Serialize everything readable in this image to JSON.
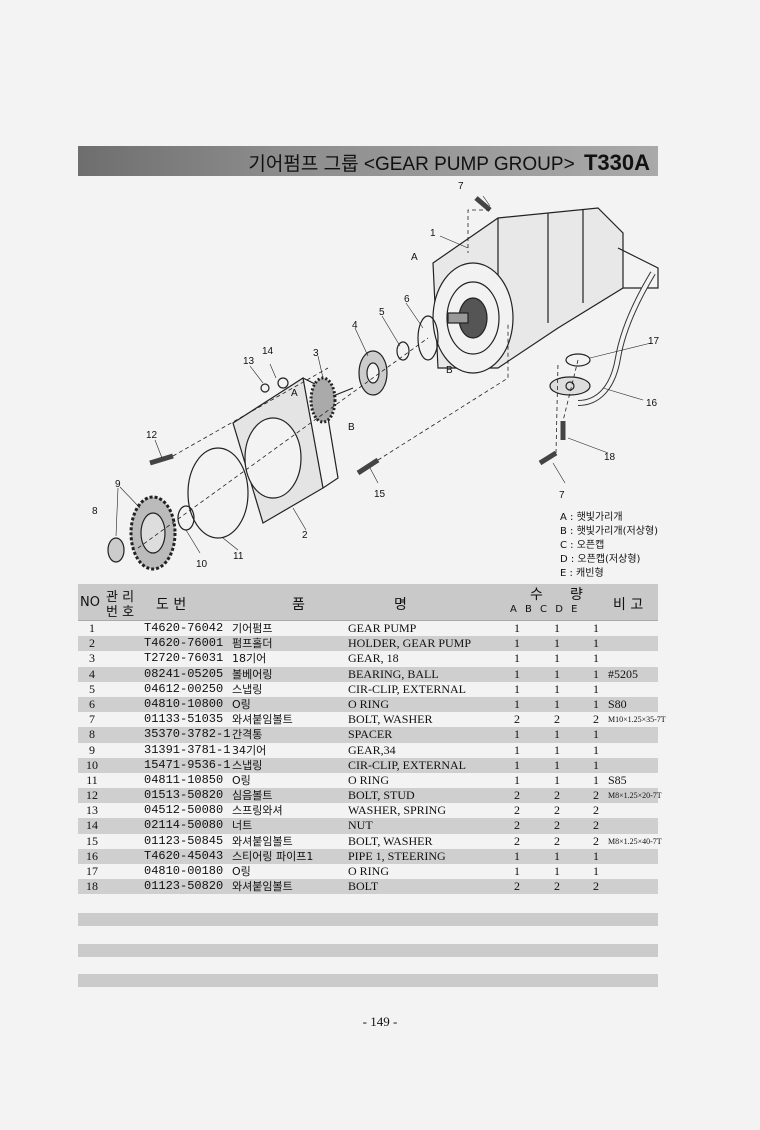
{
  "title": {
    "korean": "기어펌프 그룹",
    "english": "<GEAR PUMP GROUP>",
    "model": "T330A"
  },
  "diagram": {
    "callouts": [
      "1",
      "2",
      "3",
      "4",
      "5",
      "6",
      "7",
      "7",
      "8",
      "9",
      "10",
      "11",
      "12",
      "13",
      "14",
      "15",
      "16",
      "17",
      "18"
    ],
    "arrow_labels": [
      "A",
      "A",
      "B",
      "B"
    ]
  },
  "legend": [
    "A : 햇빛가리개",
    "B : 햇빛가리개(저상형)",
    "C : 오픈캡",
    "D : 오픈캡(저상형)",
    "E : 캐빈형"
  ],
  "table": {
    "headers": {
      "no": "NO",
      "mgmt_top": "관 리",
      "mgmt_bottom": "번 호",
      "drawing": "도  번",
      "item": "품",
      "name": "명",
      "qty_top": "수",
      "qty_top2": "량",
      "qty_cols": "A B C D E",
      "remarks": "비  고"
    },
    "rows": [
      {
        "no": "1",
        "code": "T4620-76042",
        "kname": "기어펌프",
        "name": "GEAR PUMP",
        "a": "1",
        "c": "1",
        "e": "1",
        "note": ""
      },
      {
        "no": "2",
        "code": "T4620-76001",
        "kname": "펌프홀더",
        "name": "HOLDER, GEAR PUMP",
        "a": "1",
        "c": "1",
        "e": "1",
        "note": ""
      },
      {
        "no": "3",
        "code": "T2720-76031",
        "kname": "18기어",
        "name": "GEAR, 18",
        "a": "1",
        "c": "1",
        "e": "1",
        "note": ""
      },
      {
        "no": "4",
        "code": "08241-05205",
        "kname": "볼베어링",
        "name": "BEARING, BALL",
        "a": "1",
        "c": "1",
        "e": "1",
        "note": "#5205"
      },
      {
        "no": "5",
        "code": "04612-00250",
        "kname": "스냅링",
        "name": "CIR-CLIP, EXTERNAL",
        "a": "1",
        "c": "1",
        "e": "1",
        "note": ""
      },
      {
        "no": "6",
        "code": "04810-10800",
        "kname": "O링",
        "name": "O RING",
        "a": "1",
        "c": "1",
        "e": "1",
        "note": "S80"
      },
      {
        "no": "7",
        "code": "01133-51035",
        "kname": "와셔붙임볼트",
        "name": "BOLT, WASHER",
        "a": "2",
        "c": "2",
        "e": "2",
        "note": "M10×1.25×35-7T"
      },
      {
        "no": "8",
        "code": "35370-3782-1",
        "kname": "간격통",
        "name": "SPACER",
        "a": "1",
        "c": "1",
        "e": "1",
        "note": ""
      },
      {
        "no": "9",
        "code": "31391-3781-1",
        "kname": "34기어",
        "name": "GEAR,34",
        "a": "1",
        "c": "1",
        "e": "1",
        "note": ""
      },
      {
        "no": "10",
        "code": "15471-9536-1",
        "kname": "스냅링",
        "name": "CIR-CLIP, EXTERNAL",
        "a": "1",
        "c": "1",
        "e": "1",
        "note": ""
      },
      {
        "no": "11",
        "code": "04811-10850",
        "kname": "O링",
        "name": "O RING",
        "a": "1",
        "c": "1",
        "e": "1",
        "note": "S85"
      },
      {
        "no": "12",
        "code": "01513-50820",
        "kname": "심음볼트",
        "name": "BOLT, STUD",
        "a": "2",
        "c": "2",
        "e": "2",
        "note": "M8×1.25×20-7T"
      },
      {
        "no": "13",
        "code": "04512-50080",
        "kname": "스프링와셔",
        "name": "WASHER, SPRING",
        "a": "2",
        "c": "2",
        "e": "2",
        "note": ""
      },
      {
        "no": "14",
        "code": "02114-50080",
        "kname": "너트",
        "name": "NUT",
        "a": "2",
        "c": "2",
        "e": "2",
        "note": ""
      },
      {
        "no": "15",
        "code": "01123-50845",
        "kname": "와셔붙임볼트",
        "name": "BOLT, WASHER",
        "a": "2",
        "c": "2",
        "e": "2",
        "note": "M8×1.25×40-7T"
      },
      {
        "no": "16",
        "code": "T4620-45043",
        "kname": "스티어링 파이프1",
        "name": "PIPE 1, STEERING",
        "a": "1",
        "c": "1",
        "e": "1",
        "note": ""
      },
      {
        "no": "17",
        "code": "04810-00180",
        "kname": "O링",
        "name": "O RING",
        "a": "1",
        "c": "1",
        "e": "1",
        "note": ""
      },
      {
        "no": "18",
        "code": "01123-50820",
        "kname": "와셔붙임볼트",
        "name": "BOLT",
        "a": "2",
        "c": "2",
        "e": "2",
        "note": ""
      }
    ]
  },
  "page_number": "- 149 -"
}
